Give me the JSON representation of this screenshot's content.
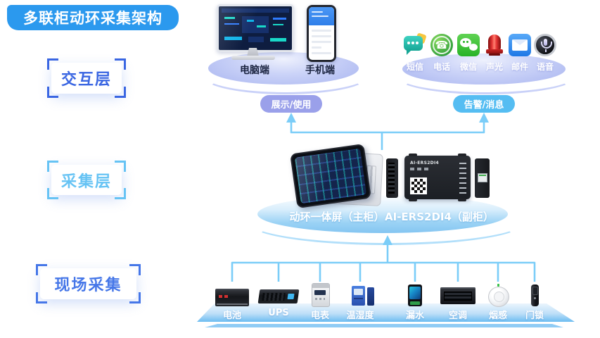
{
  "title": "多联柜动环采集架构",
  "layers": {
    "interaction": {
      "label": "交互层"
    },
    "collection": {
      "label": "采集层"
    },
    "field": {
      "label": "现场采集"
    }
  },
  "interaction": {
    "clients": [
      {
        "label": "电脑端",
        "icon": "desktop-monitor-icon"
      },
      {
        "label": "手机端",
        "icon": "smartphone-icon"
      }
    ],
    "display_badge": "展示/使用",
    "alarm_badge": "告警/消息",
    "channels": [
      {
        "label": "短信",
        "icon": "sms-icon"
      },
      {
        "label": "电话",
        "icon": "telephone-icon"
      },
      {
        "label": "微信",
        "icon": "wechat-icon"
      },
      {
        "label": "声光",
        "icon": "alarm-beacon-icon"
      },
      {
        "label": "邮件",
        "icon": "mail-icon"
      },
      {
        "label": "语音",
        "icon": "voice-icon"
      }
    ]
  },
  "collection": {
    "main_label": "动环一体屏（主柜）",
    "sub_label": "AI-ERS2DI4（副柜）",
    "device_model": "AI-ERS2DI4"
  },
  "field": {
    "devices": [
      {
        "label": "电池",
        "icon": "battery-rack-icon"
      },
      {
        "label": "UPS",
        "icon": "ups-icon"
      },
      {
        "label": "电表",
        "icon": "power-meter-icon"
      },
      {
        "label": "温湿度",
        "icon": "temp-humidity-icon"
      },
      {
        "label": "漏水",
        "icon": "water-leak-icon"
      },
      {
        "label": "空调",
        "icon": "air-conditioner-icon"
      },
      {
        "label": "烟感",
        "icon": "smoke-detector-icon"
      },
      {
        "label": "门锁",
        "icon": "door-lock-icon"
      }
    ]
  },
  "colors": {
    "banner_blue": "#2b99ee",
    "interaction_label_blue": "#3a66e2",
    "collection_label_blue": "#66c3f4",
    "field_label_blue": "#4677e8",
    "connector_blue": "#7bcdf8",
    "display_badge_bg": "#9aa0ea",
    "alarm_badge_bg": "#55bdf2",
    "platform_periwinkle": "#a9b5f0",
    "platform_blue": "#84c5f1"
  }
}
